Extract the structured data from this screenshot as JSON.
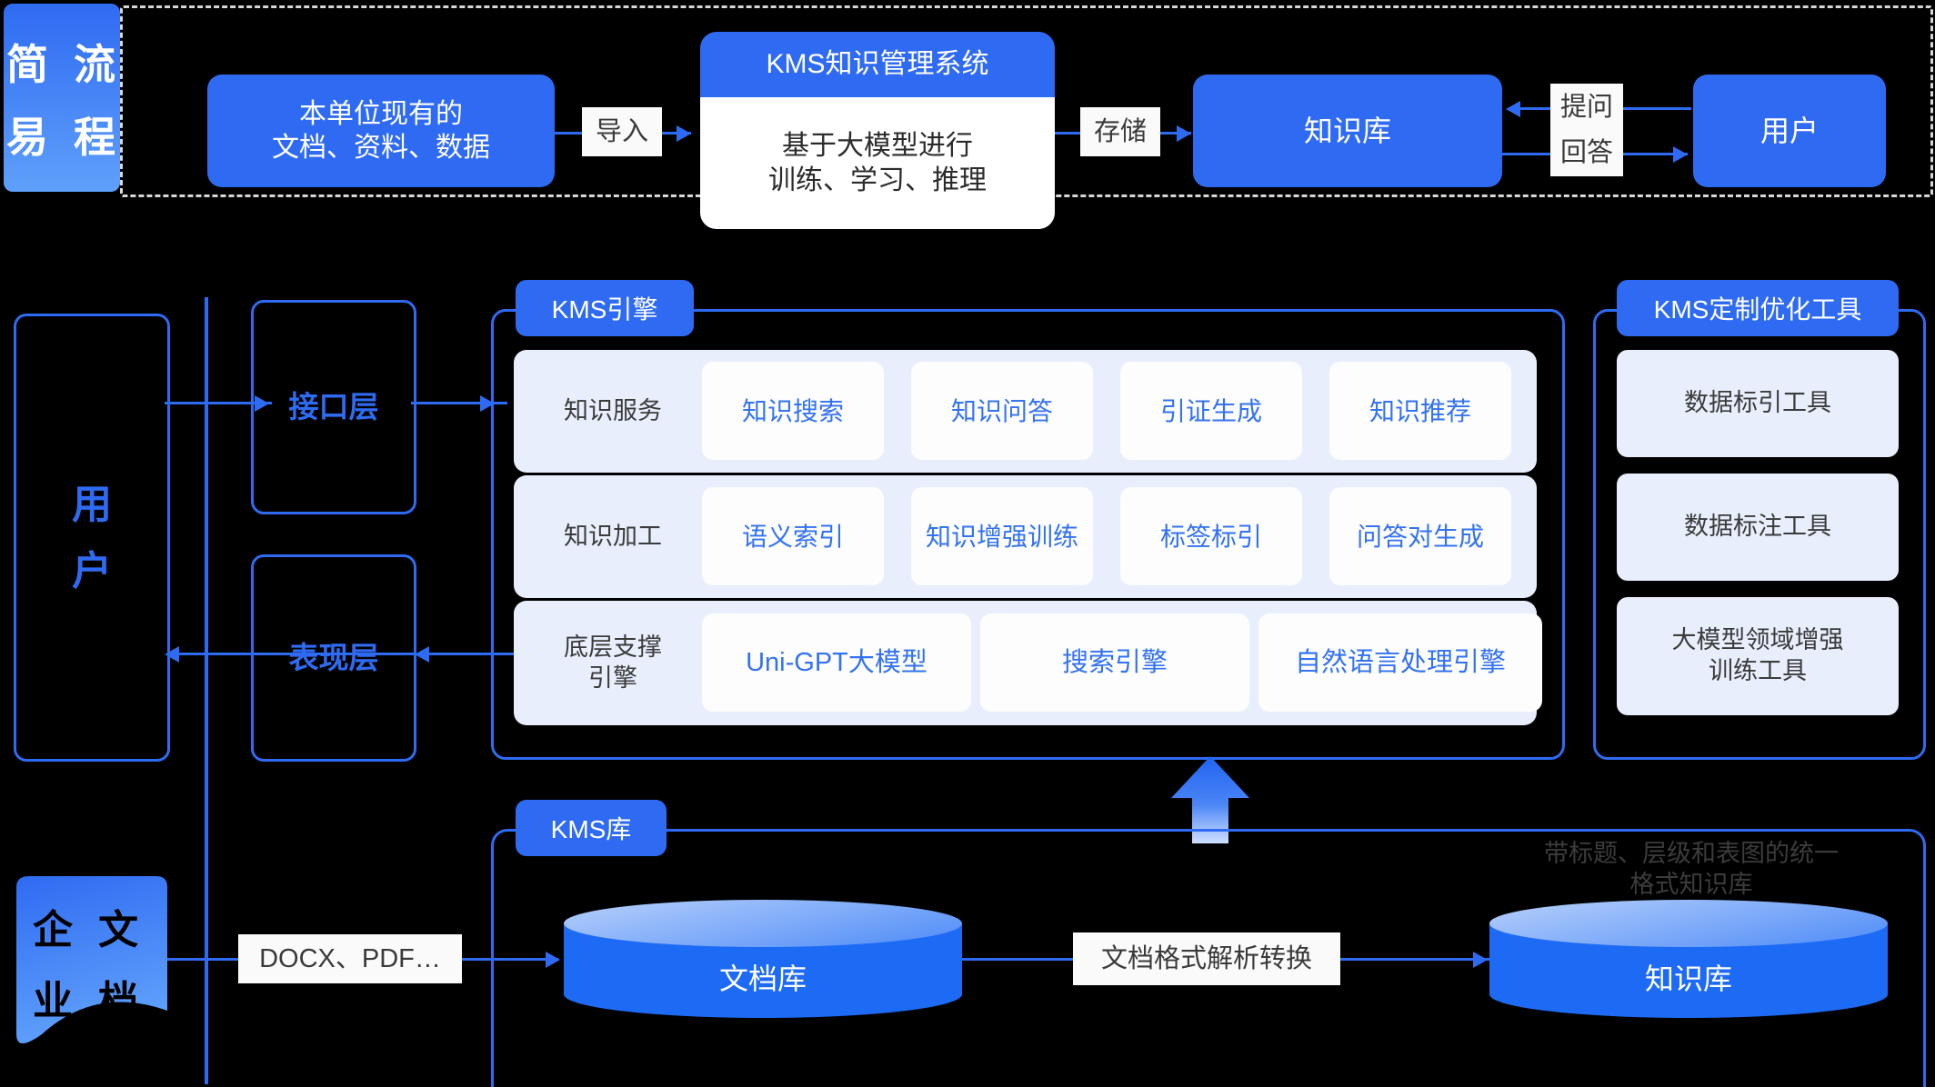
{
  "flow": {
    "side_label": [
      "简",
      "流",
      "易",
      "程"
    ],
    "source_box": "本单位现有的\n文档、资料、数据",
    "import_label": "导入",
    "kms_title": "KMS知识管理系统",
    "kms_body": "基于大模型进行\n训练、学习、推理",
    "store_label": "存储",
    "kb_box": "知识库",
    "ask_label": "提问",
    "answer_label": "回答",
    "user_box": "用户"
  },
  "arch": {
    "user_label": [
      "用",
      "户"
    ],
    "interface_layer": "接口层",
    "presentation_layer": "表现层",
    "engine_tab": "KMS引擎",
    "rows": [
      {
        "label": "知识服务",
        "items": [
          "知识搜索",
          "知识问答",
          "引证生成",
          "知识推荐"
        ]
      },
      {
        "label": "知识加工",
        "items": [
          "语义索引",
          "知识增强训练",
          "标签标引",
          "问答对生成"
        ]
      },
      {
        "label": "底层支撑\n引擎",
        "items": [
          "Uni-GPT大模型",
          "搜索引擎",
          "自然语言处理引擎"
        ]
      }
    ],
    "tools_tab": "KMS定制优化工具",
    "tools": [
      "数据标引工具",
      "数据标注工具",
      "大模型领域增强\n训练工具"
    ]
  },
  "storage": {
    "side_label": [
      "企",
      "文",
      "业",
      "档"
    ],
    "format_label": "DOCX、PDF…",
    "kms_store_tab": "KMS库",
    "doc_db": "文档库",
    "convert_label": "文档格式解析转换",
    "knowledge_db": "知识库",
    "kb_note": "带标题、层级和表图的统一\n格式知识库"
  },
  "colors": {
    "accent": "#2f6bf2",
    "accent_light": "#5b93ff",
    "pale": "#e8eefc",
    "label_bg": "#fafafa",
    "dashed": "#d8d8d8",
    "note_text": "#3c3c3c"
  }
}
